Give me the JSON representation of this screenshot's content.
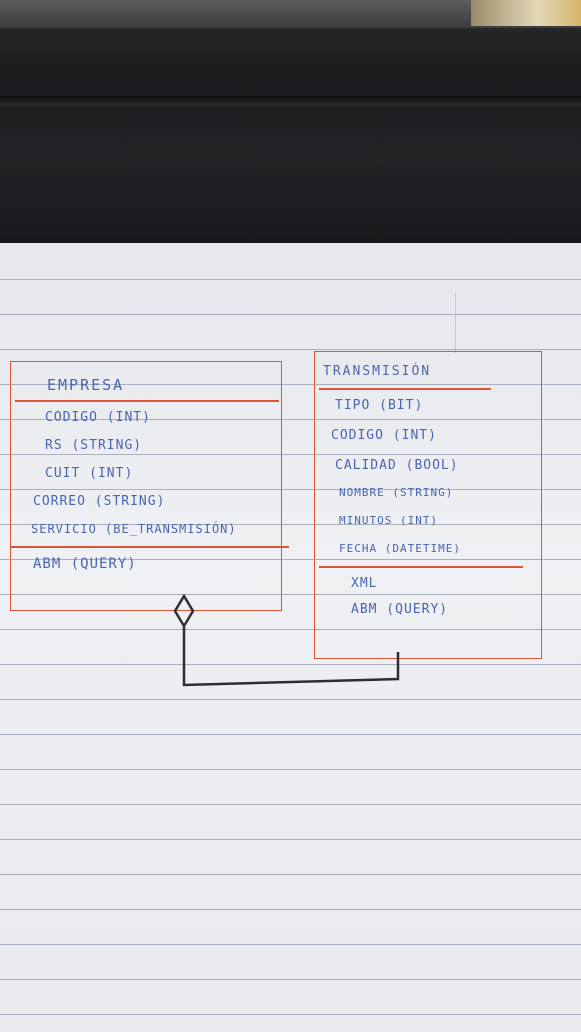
{
  "diagram": {
    "classes": [
      {
        "id": "empresa",
        "name": "EMPRESA",
        "attributes": [
          "CODIGO (INT)",
          "RS (STRING)",
          "CUIT (INT)",
          "CORREO (STRING)",
          "SERVICIO (BE_TRANSMISIÓN)"
        ],
        "operations": [
          "ABM (QUERY)"
        ]
      },
      {
        "id": "transmision",
        "name": "TRANSMISIÓN",
        "attributes": [
          "TIPO (BIT)",
          "CODIGO (INT)",
          "CALIDAD (BOOL)",
          "NOMBRE (STRING)",
          "MINUTOS (INT)",
          "FECHA (DATETIME)"
        ],
        "operations": [
          "XML",
          "ABM (QUERY)"
        ]
      }
    ],
    "relationship": {
      "type": "aggregation",
      "from": "EMPRESA",
      "to": "TRANSMISIÓN"
    },
    "colors": {
      "box_outline": "#d9563a",
      "text_ink": "#4a66b0",
      "connector_ink": "#2e2e33",
      "paper": "#eceef2",
      "rule_lines": "#a9b0bd"
    }
  }
}
